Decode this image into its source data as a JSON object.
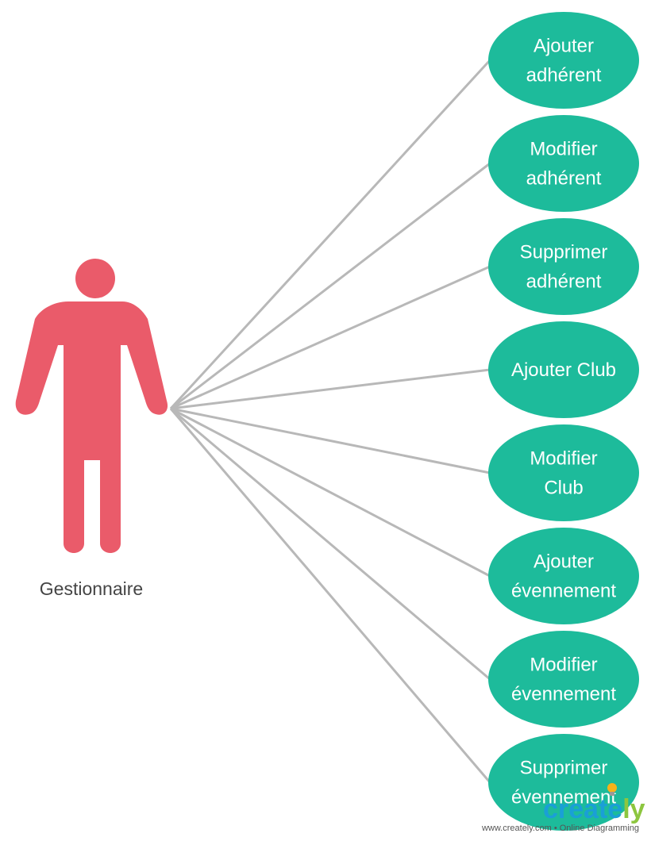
{
  "actor": {
    "label": "Gestionnaire",
    "color": "#ea5b6a"
  },
  "use_cases": [
    {
      "lines": [
        "Ajouter",
        "adhérent"
      ]
    },
    {
      "lines": [
        "Modifier",
        "adhérent"
      ]
    },
    {
      "lines": [
        "Supprimer",
        "adhérent"
      ]
    },
    {
      "lines": [
        "Ajouter Club"
      ]
    },
    {
      "lines": [
        "Modifier",
        "Club"
      ]
    },
    {
      "lines": [
        "Ajouter",
        "évennement"
      ]
    },
    {
      "lines": [
        "Modifier",
        "évennement"
      ]
    },
    {
      "lines": [
        "Supprimer",
        "évennement"
      ]
    }
  ],
  "colors": {
    "use_case_fill": "#1dbb9b",
    "use_case_text": "#ffffff",
    "connector": "#b8b8b8",
    "logo_blue": "#1a9fd6",
    "logo_green": "#8dc63f",
    "logo_bulb": "#f6b21a"
  },
  "watermark": {
    "brand": "creately",
    "tagline": "www.creately.com • Online Diagramming"
  }
}
